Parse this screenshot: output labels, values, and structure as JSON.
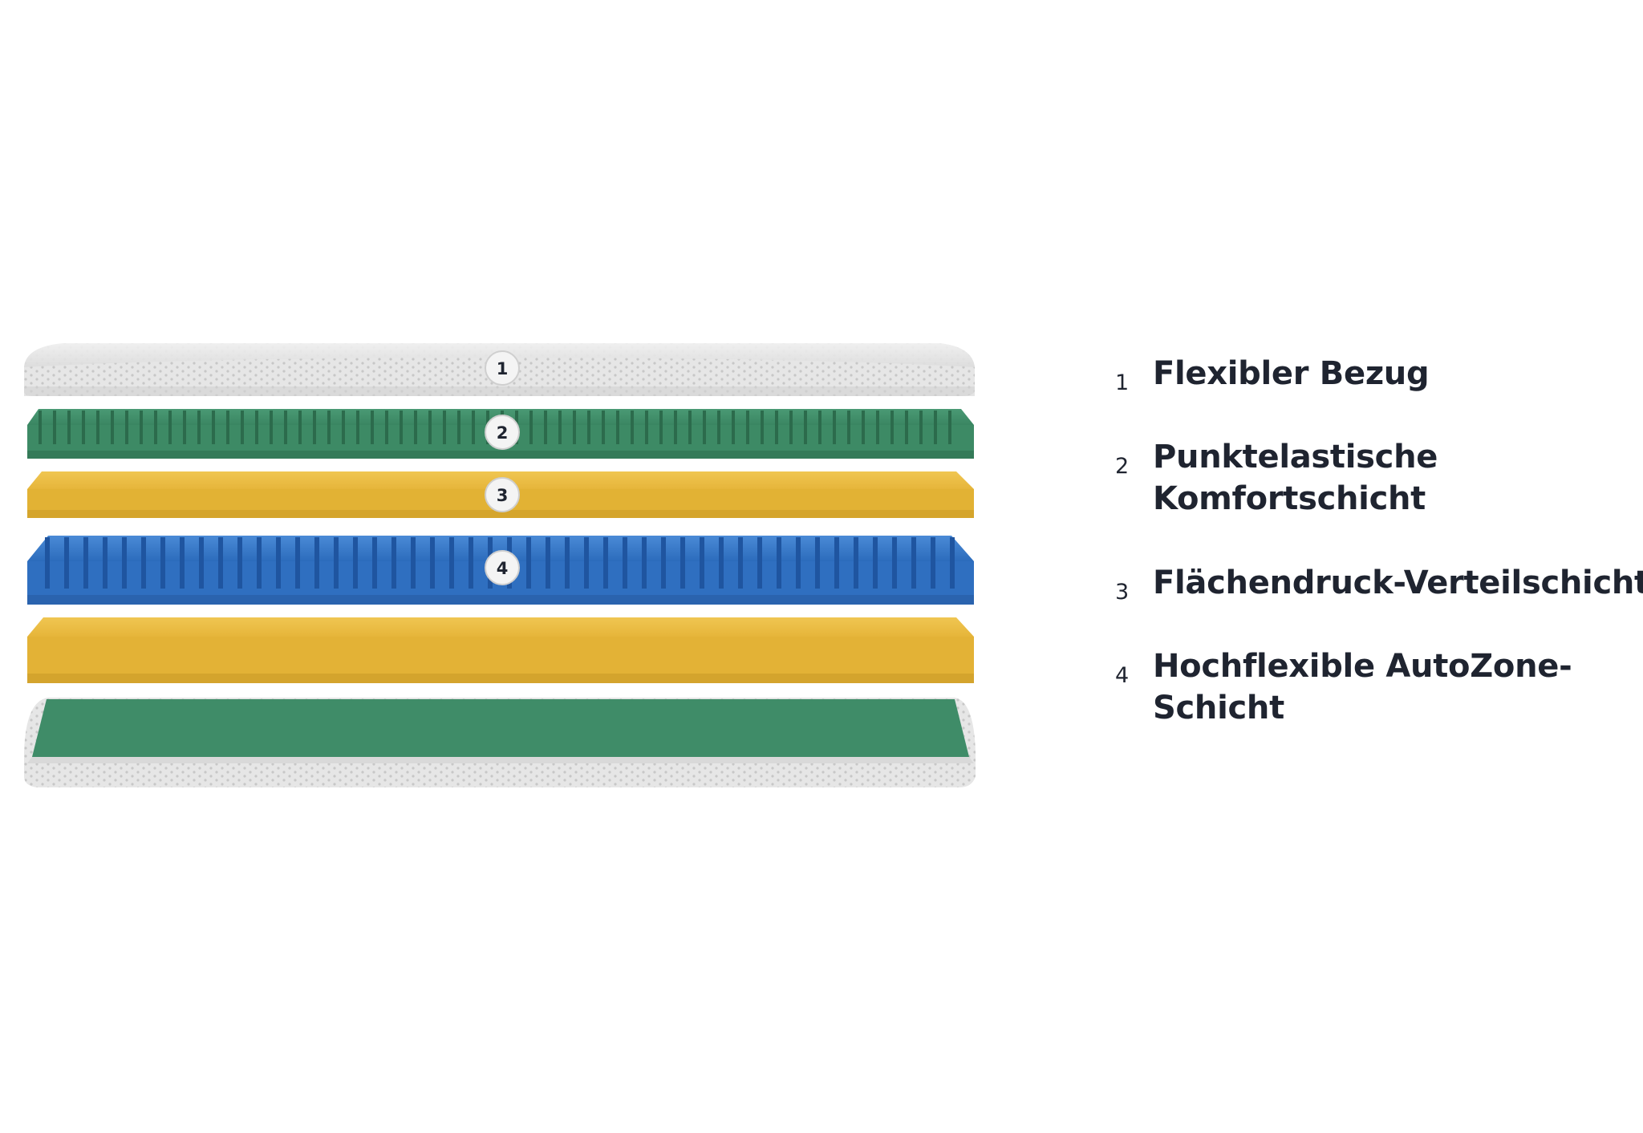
{
  "colors": {
    "cover": "#e4e4e4",
    "green": "#3a8662",
    "yellow": "#e8b83c",
    "blue": "#2f73c4",
    "text": "#1f2430"
  },
  "layers": [
    {
      "marker": "1",
      "material": "cover"
    },
    {
      "marker": "2",
      "material": "green"
    },
    {
      "marker": "3",
      "material": "yellow"
    },
    {
      "marker": "4",
      "material": "blue"
    },
    {
      "marker": "",
      "material": "yellow"
    },
    {
      "marker": "",
      "material": "green-on-cover"
    }
  ],
  "legend": [
    {
      "number": "1",
      "lines": [
        "Flexibler Bezug"
      ]
    },
    {
      "number": "2",
      "lines": [
        "Punktelastische",
        "Komfortschicht"
      ]
    },
    {
      "number": "3",
      "lines": [
        "Flächendruck-Verteilschicht"
      ]
    },
    {
      "number": "4",
      "lines": [
        "Hochflexible AutoZone-",
        "Schicht"
      ]
    }
  ]
}
